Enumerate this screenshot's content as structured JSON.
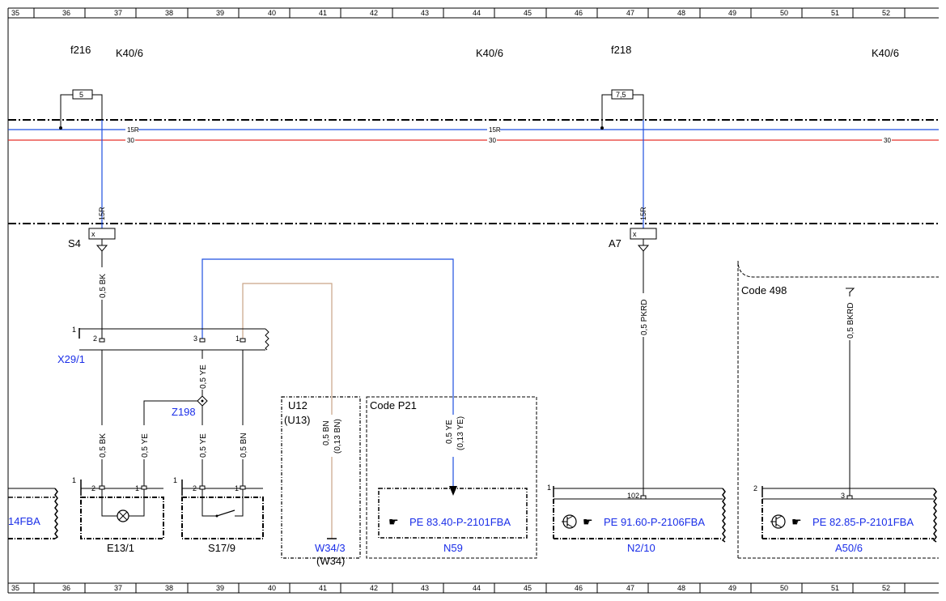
{
  "ruler": {
    "numbers": [
      "35",
      "36",
      "37",
      "38",
      "39",
      "40",
      "41",
      "42",
      "43",
      "44",
      "45",
      "46",
      "47",
      "48",
      "49",
      "50",
      "51",
      "52"
    ]
  },
  "fuses": {
    "f216": {
      "name": "f216",
      "rating": "5",
      "module": "K40/6"
    },
    "f218": {
      "name": "f218",
      "rating": "7,5",
      "module": "K40/6"
    },
    "mid_module": "K40/6",
    "right_module": "K40/6"
  },
  "buses": {
    "r15": "15R",
    "r30": "30"
  },
  "splices": {
    "s4": {
      "name": "S4",
      "pin": "15R",
      "mark": "x"
    },
    "a7": {
      "name": "A7",
      "pin": "15R",
      "mark": "x"
    }
  },
  "wires": {
    "bk_upper": "0,5 BK",
    "ye_upper": "0,5 YE",
    "bk_lower": "0,5 BK",
    "ye_e13": "0,5 YE",
    "ye_s17": "0,5 YE",
    "bn_s17": "0,5 BN",
    "bn_u12": "0,5 BN",
    "bn_u12_alt": "(0,13 BN)",
    "ye_n59": "0,5 YE",
    "ye_n59_alt": "(0,13 YE)",
    "pkrd": "0,5 PKRD",
    "bkrd": "0,5 BKRD"
  },
  "connector_x29": {
    "name": "X29/1",
    "corner": "1",
    "pins": [
      "2",
      "3",
      "1"
    ]
  },
  "splice_z198": {
    "name": "Z198"
  },
  "components": {
    "left_partial": {
      "ref": "14FBA"
    },
    "e13": {
      "name": "E13/1",
      "corner": "1",
      "pins": [
        "2",
        "1"
      ]
    },
    "s17": {
      "name": "S17/9",
      "corner": "1",
      "pins": [
        "2",
        "1"
      ]
    },
    "u12": {
      "title": "U12",
      "subtitle": "(U13)",
      "conn": "W34/3",
      "conn_sub": "(W34)"
    },
    "n59": {
      "code": "Code P21",
      "ref": "PE 83.40-P-2101FBA",
      "name": "N59"
    },
    "n2": {
      "corner": "1",
      "pin": "102",
      "ref": "PE 91.60-P-2106FBA",
      "name": "N2/10"
    },
    "a50": {
      "code": "Code 498",
      "corner": "2",
      "pin": "3",
      "ref": "PE 82.85-P-2101FBA",
      "name": "A50/6"
    }
  },
  "colors": {
    "blue_wire": "#1f4fe0",
    "red_wire": "#e8302a",
    "brown_wire": "#c9a487",
    "link_text": "#1a2ee8"
  }
}
